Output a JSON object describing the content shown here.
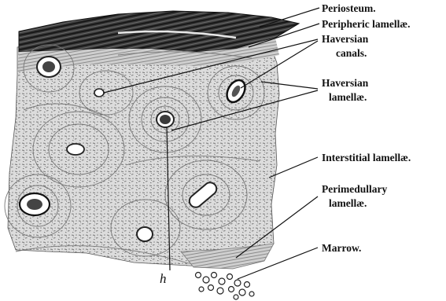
{
  "figure": {
    "labels": {
      "periosteum": "Periosteum.",
      "peripheric": "Peripheric lamellæ.",
      "haversian_canals_1": "Haversian",
      "haversian_canals_2": "canals.",
      "haversian_lamellae_1": "Haversian",
      "haversian_lamellae_2": "lamellæ.",
      "interstitial": "Interstitial lamellæ.",
      "perimedullary_1": "Perimedullary",
      "perimedullary_2": "lamellæ.",
      "marrow": "Marrow.",
      "h": "h"
    },
    "colors": {
      "ink": "#1a1a1a",
      "tissue": "#d8d8d8",
      "periosteum": "#2b2b2b",
      "background": "#ffffff"
    }
  }
}
